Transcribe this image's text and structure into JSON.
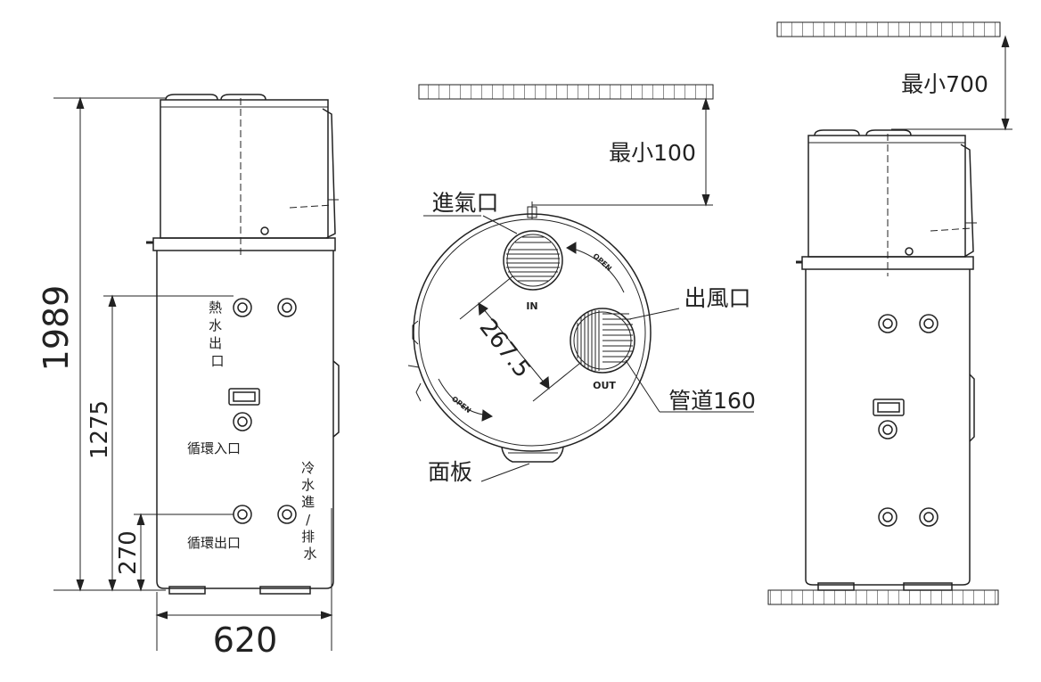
{
  "left_view": {
    "height_total": "1989",
    "height_circ_in": "1275",
    "height_circ_out": "270",
    "width": "620",
    "hot_water_out": [
      "熱",
      "水",
      "出",
      "口"
    ],
    "circ_in": "循環入口",
    "circ_out": "循環出口",
    "cold_in_drain": [
      "冷",
      "水",
      "進",
      "/",
      "排",
      "水"
    ]
  },
  "top_view": {
    "min_clearance_top": "最小100",
    "air_in_label": "進氣口",
    "air_out_label": "出風口",
    "duct_label": "管道160",
    "panel_label": "面板",
    "spacing": "267.5",
    "in_mark": "IN",
    "out_mark": "OUT",
    "open_mark": "OPEN"
  },
  "right_view": {
    "min_clearance_top": "最小700"
  },
  "colors": {
    "line": "#222222",
    "background": "#ffffff"
  }
}
